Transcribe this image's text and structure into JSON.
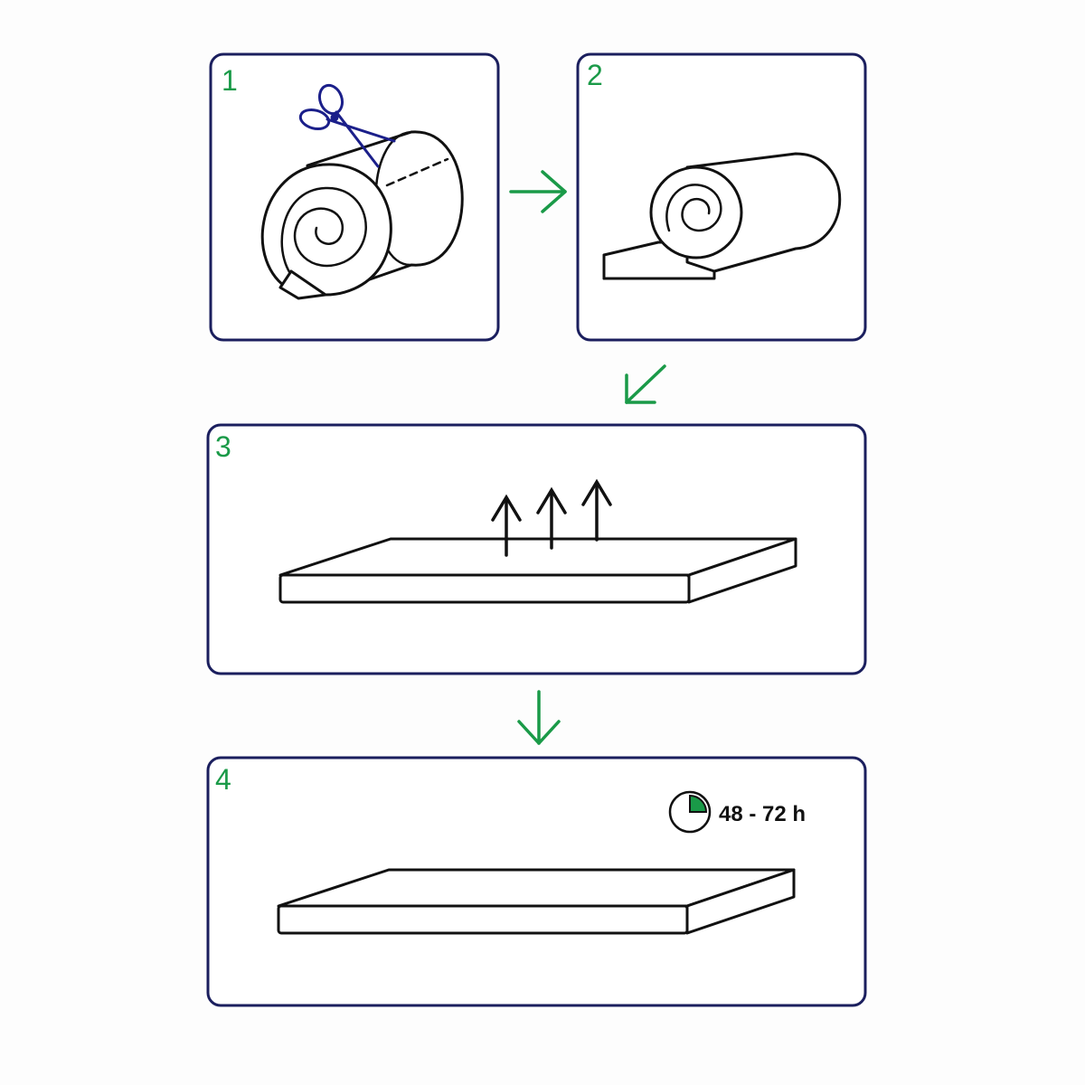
{
  "panels": [
    {
      "number": "1"
    },
    {
      "number": "2"
    },
    {
      "number": "3"
    },
    {
      "number": "4"
    }
  ],
  "timer": {
    "label": "48 - 72 h",
    "elapsed_fraction": 0.25
  },
  "colors": {
    "frame": "#1b1f5e",
    "accent": "#1a9a48",
    "line": "#111111",
    "scissors": "#1b1f8a",
    "background": "#fdfdfd",
    "fill": "#ffffff"
  }
}
